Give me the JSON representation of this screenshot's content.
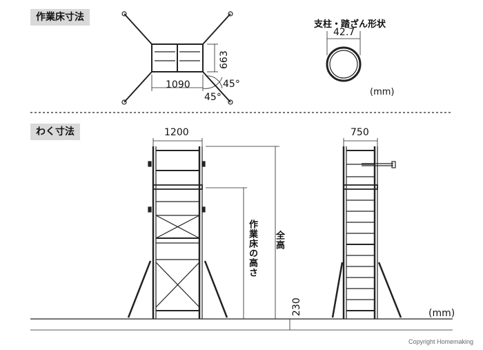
{
  "sections": {
    "floor_title": "作業床寸法",
    "frame_title": "わく寸法"
  },
  "plan": {
    "width": "1090",
    "depth": "663",
    "angle_a": "45°",
    "angle_b": "45°"
  },
  "pipe": {
    "title": "支柱・踏ざん形状",
    "diameter": "42.7",
    "unit": "(mm)"
  },
  "front": {
    "width": "1200",
    "floor_height_label": "作業床の高さ",
    "total_height_label": "全高",
    "base_height": "230"
  },
  "side": {
    "width": "750",
    "unit": "(mm)"
  },
  "copyright": "Copyright  Homemaking",
  "colors": {
    "line": "#222222",
    "tag_bg": "#d9d9d9",
    "divider": "#555555"
  }
}
